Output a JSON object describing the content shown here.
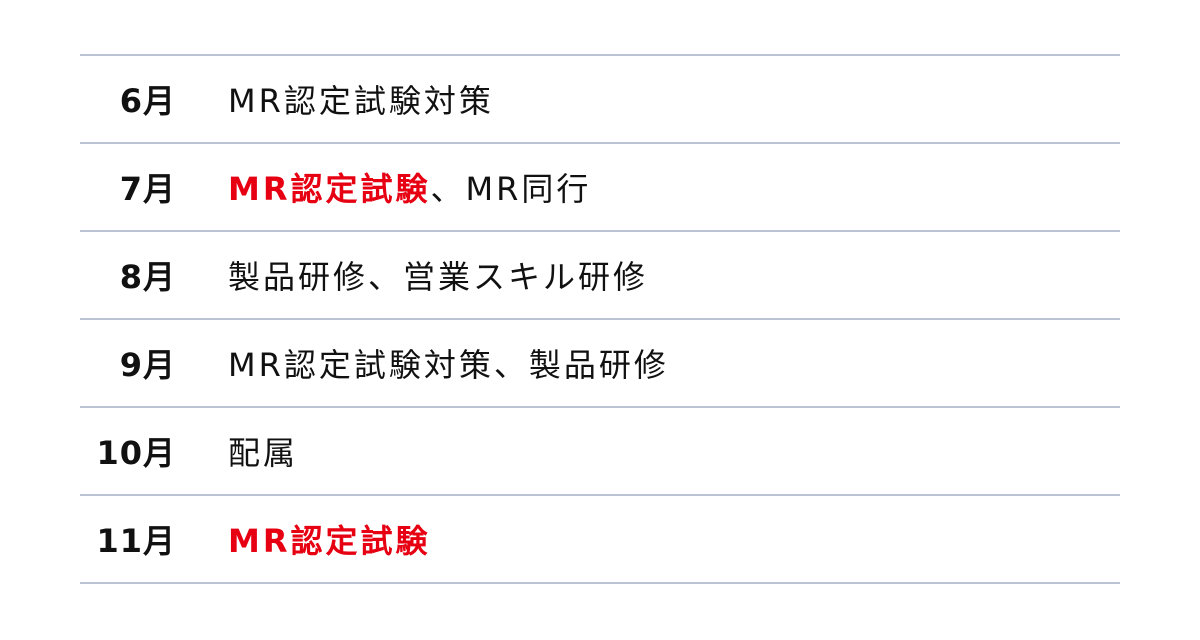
{
  "colors": {
    "highlight": "#e60012",
    "text": "#111111",
    "divider": "#b9c3d1"
  },
  "schedule": [
    {
      "month": "6月",
      "parts": [
        {
          "text": "MR認定試験対策",
          "highlight": false
        }
      ]
    },
    {
      "month": "7月",
      "parts": [
        {
          "text": "MR認定試験",
          "highlight": true
        },
        {
          "text": "、MR同行",
          "highlight": false
        }
      ]
    },
    {
      "month": "8月",
      "parts": [
        {
          "text": "製品研修、営業スキル研修",
          "highlight": false
        }
      ]
    },
    {
      "month": "9月",
      "parts": [
        {
          "text": "MR認定試験対策、製品研修",
          "highlight": false
        }
      ]
    },
    {
      "month": "10月",
      "parts": [
        {
          "text": "配属",
          "highlight": false
        }
      ]
    },
    {
      "month": "11月",
      "parts": [
        {
          "text": "MR認定試験",
          "highlight": true
        }
      ]
    }
  ]
}
